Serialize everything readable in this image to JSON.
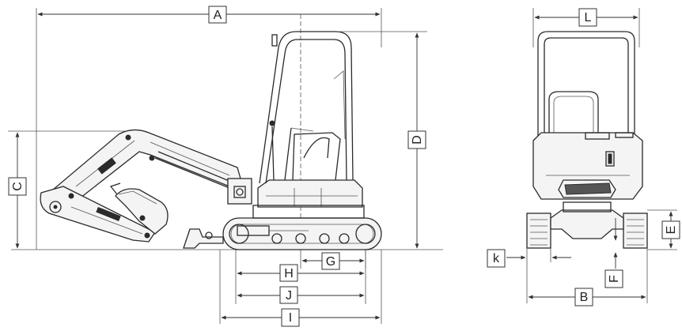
{
  "side_view": {
    "dimension_labels": {
      "A": "A",
      "C": "C",
      "D": "D",
      "G": "G",
      "H": "H",
      "I": "I",
      "J": "J"
    }
  },
  "front_view": {
    "dimension_labels": {
      "L": "L",
      "E": "E",
      "k": "k",
      "B": "B",
      "F": "F"
    }
  }
}
